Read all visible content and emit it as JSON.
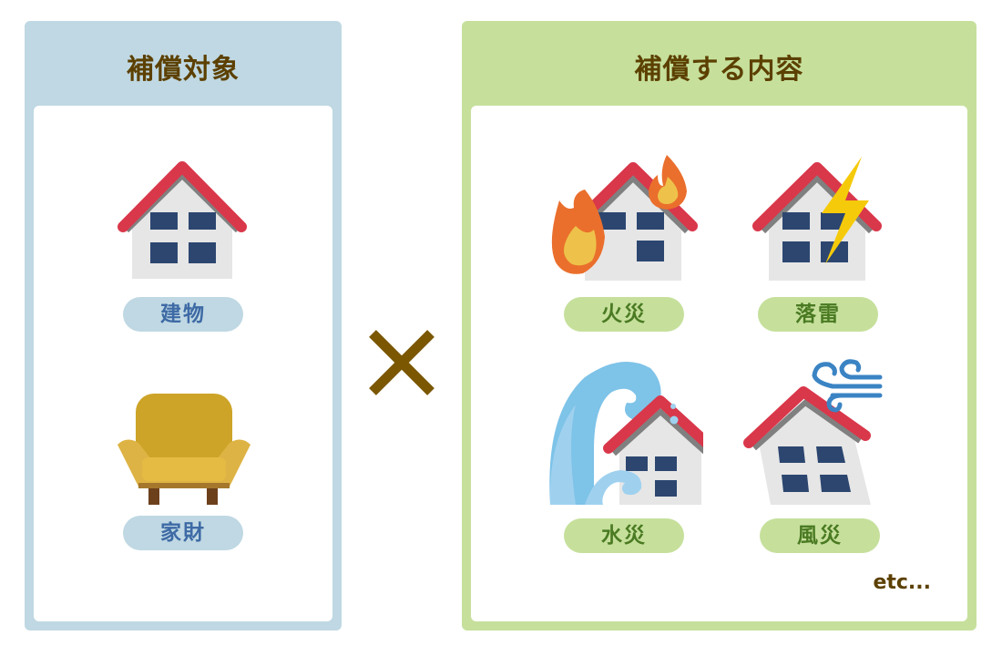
{
  "left_panel": {
    "title": "補償対象",
    "items": [
      {
        "label": "建物",
        "icon": "house-icon"
      },
      {
        "label": "家財",
        "icon": "armchair-icon"
      }
    ]
  },
  "operator": {
    "symbol": "×",
    "icon": "multiply-icon"
  },
  "right_panel": {
    "title": "補償する内容",
    "items": [
      {
        "label": "火災",
        "icon": "house-fire-icon"
      },
      {
        "label": "落雷",
        "icon": "house-lightning-icon"
      },
      {
        "label": "水災",
        "icon": "house-flood-icon"
      },
      {
        "label": "風災",
        "icon": "house-wind-icon"
      }
    ],
    "footnote": "etc..."
  },
  "colors": {
    "left_panel_bg": "#bfd8e3",
    "right_panel_bg": "#c6e09c",
    "title_text": "#5c4000",
    "roof": "#d9374a",
    "window": "#2c4670",
    "wall": "#e6e6e6",
    "operator": "#7a5700"
  }
}
